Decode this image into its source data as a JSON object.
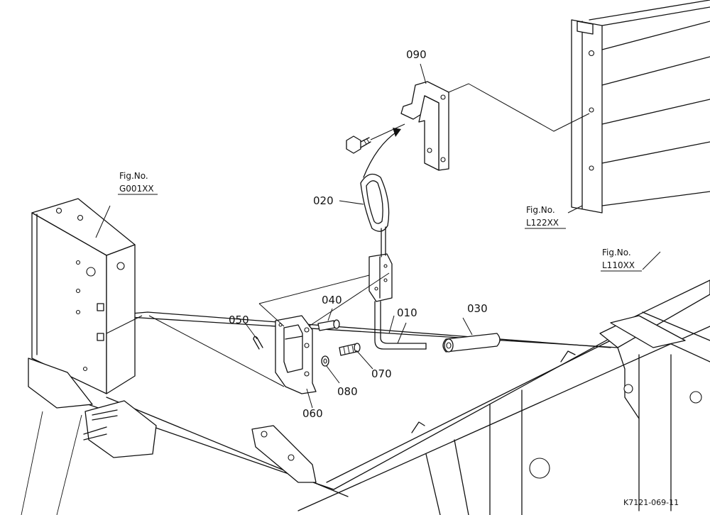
{
  "parts": [
    {
      "no": "090"
    },
    {
      "no": "020"
    },
    {
      "no": "040"
    },
    {
      "no": "050"
    },
    {
      "no": "010"
    },
    {
      "no": "030"
    },
    {
      "no": "070"
    },
    {
      "no": "080"
    },
    {
      "no": "060"
    }
  ],
  "figure_refs": [
    {
      "caption": "Fig.No.",
      "code": "G001XX"
    },
    {
      "caption": "Fig.No.",
      "code": "L122XX"
    },
    {
      "caption": "Fig.No.",
      "code": "L110XX"
    }
  ],
  "drawing_code": "K7121-069-11"
}
